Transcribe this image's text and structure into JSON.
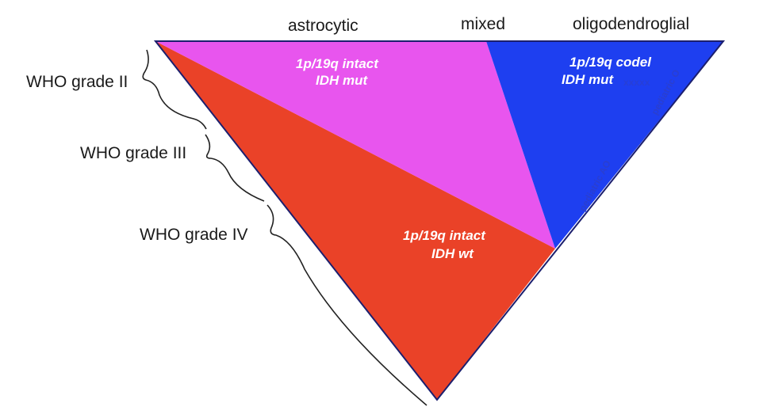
{
  "column_headers": {
    "astrocytic": "astrocytic",
    "mixed": "mixed",
    "oligodendroglial": "oligodendroglial"
  },
  "grades": {
    "grade_ii": "WHO grade II",
    "grade_iii": "WHO grade III",
    "grade_iv": "WHO grade IV"
  },
  "regions": {
    "idh_mut_intact": {
      "line1": "1p/19q intact",
      "line2": "IDH mut",
      "color": "#e855ee"
    },
    "idh_mut_codel": {
      "line1": "1p/19q codel",
      "line2": "IDH mut",
      "color": "#1e3ff0"
    },
    "idh_wt_intact": {
      "line1": "1p/19q intact",
      "line2": "IDH wt",
      "color": "#ea4228"
    }
  },
  "faint_annotations": {
    "pediatric_ao": "pediatric AO",
    "pediatric_o": "pediatric O",
    "xxxxx": "xxxxx"
  },
  "outline_color": "#1c1f6e"
}
